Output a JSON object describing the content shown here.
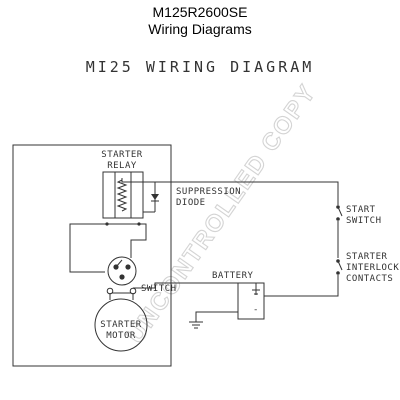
{
  "header": {
    "part_number": "M125R2600SE",
    "subtitle": "Wiring Diagrams"
  },
  "diagram": {
    "title": "MI25 WIRING DIAGRAM",
    "labels": {
      "starter_relay_line1": "STARTER",
      "starter_relay_line2": "RELAY",
      "suppression_line1": "SUPPRESSION",
      "suppression_line2": "DIODE",
      "start_switch_line1": "START",
      "start_switch_line2": "SWITCH",
      "interlock_line1": "STARTER",
      "interlock_line2": "INTERLOCK",
      "interlock_line3": "CONTACTS",
      "battery": "BATTERY",
      "switch": "SWITCH",
      "motor_line1": "STARTER",
      "motor_line2": "MOTOR",
      "battery_minus": "-"
    }
  },
  "watermark": "UNCONTROLLED COPY",
  "colors": {
    "line": "#333333",
    "watermark": "#d4d4d4"
  }
}
